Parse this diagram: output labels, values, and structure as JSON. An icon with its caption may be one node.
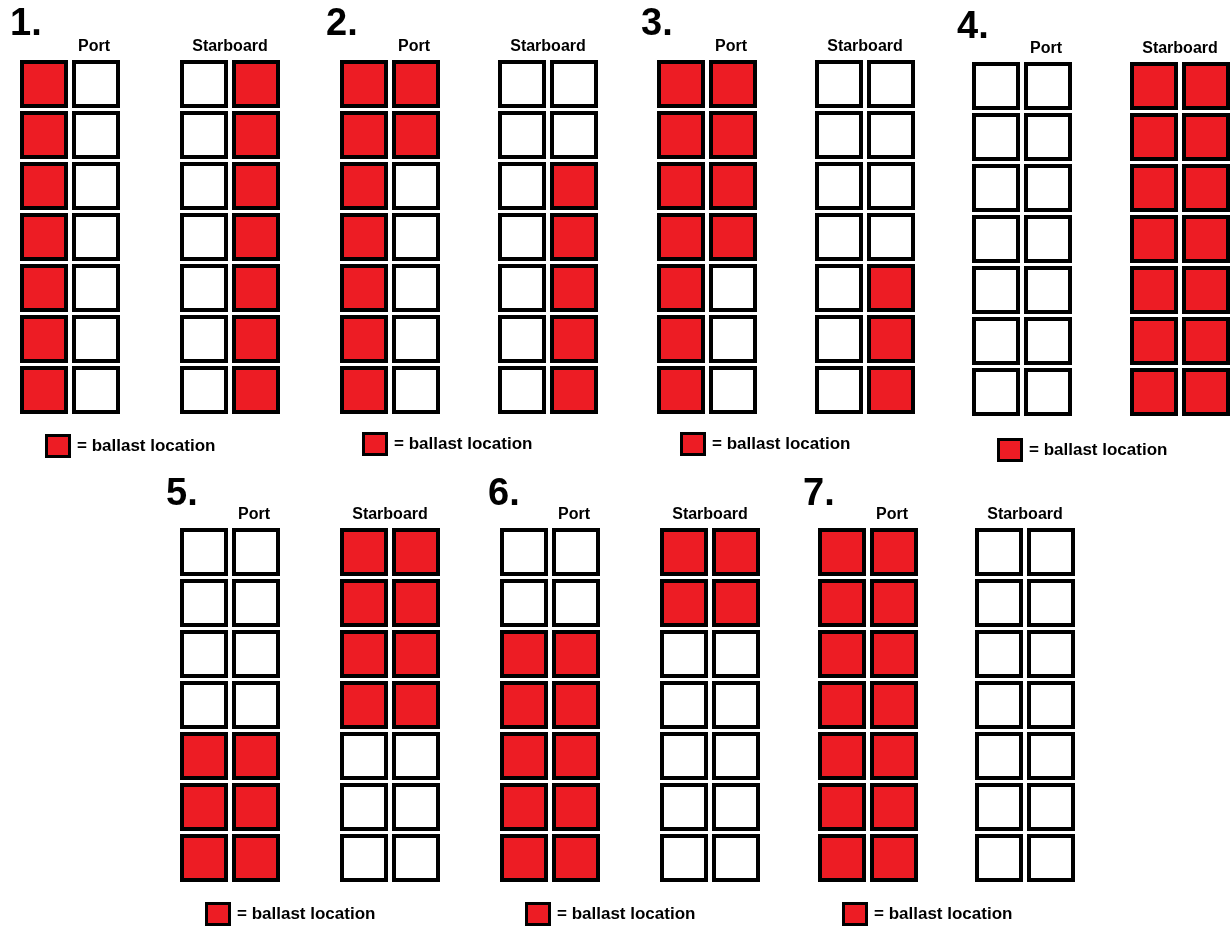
{
  "diagram": {
    "nodes": [
      {
        "text": [
          "Port"
        ]
      },
      {
        "text": [
          "Starboard"
        ]
      },
      {
        "text": [
          "Port"
        ]
      },
      {
        "text": [
          "Starboard"
        ]
      },
      {
        "text": [
          "Port"
        ]
      },
      {
        "text": [
          "Starboard"
        ]
      },
      {
        "text": [
          "Port"
        ]
      },
      {
        "text": [
          "Starboard"
        ]
      },
      {
        "text": [
          "Port"
        ]
      },
      {
        "text": [
          "Starboard"
        ]
      },
      {
        "text": [
          "Port"
        ]
      },
      {
        "text": [
          "Starboard"
        ]
      },
      {
        "text": [
          "Port"
        ]
      },
      {
        "text": [
          "Starboard"
        ]
      }
    ],
    "labels": [
      "1.",
      "2.",
      "3.",
      "4.",
      "5.",
      "6.",
      "7."
    ],
    "legend": [
      {
        "text": "= ballast location",
        "color": "#ed1c24"
      },
      {
        "text": "= ballast location",
        "color": "#ed1c24"
      },
      {
        "text": "= ballast location",
        "color": "#ed1c24"
      },
      {
        "text": "= ballast location",
        "color": "#ed1c24"
      },
      {
        "text": "= ballast location",
        "color": "#ed1c24"
      },
      {
        "text": "= ballast location",
        "color": "#ed1c24"
      },
      {
        "text": "= ballast location",
        "color": "#ed1c24"
      }
    ]
  }
}
